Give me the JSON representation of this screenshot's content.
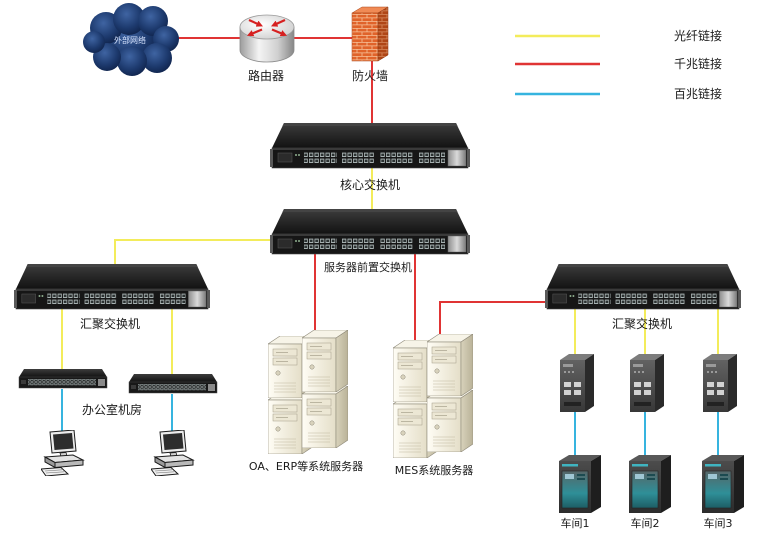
{
  "legend": [
    {
      "label": "光纤链接",
      "color": "#f3ec5b"
    },
    {
      "label": "千兆链接",
      "color": "#e03434"
    },
    {
      "label": "百兆链接",
      "color": "#36b4df"
    }
  ],
  "nodes": {
    "internet": {
      "label": "外部网络",
      "icon": "cloud-icon"
    },
    "router": {
      "label": "路由器",
      "icon": "router-icon"
    },
    "firewall": {
      "label": "防火墙",
      "icon": "firewall-icon"
    },
    "core_switch": {
      "label": "核心交换机",
      "icon": "rack-switch-icon"
    },
    "server_switch": {
      "label": "服务器前置交换机",
      "icon": "rack-switch-icon"
    },
    "agg_left": {
      "label": "汇聚交换机",
      "icon": "rack-switch-icon"
    },
    "agg_right": {
      "label": "汇聚交换机",
      "icon": "rack-switch-icon"
    },
    "office_room": {
      "label": "办公室机房",
      "icon": "access-switch-icon"
    },
    "oa_servers": {
      "label": "OA、ERP等系统服务器",
      "icon": "server-icon"
    },
    "mes_servers": {
      "label": "MES系统服务器",
      "icon": "server-icon"
    },
    "workshops": [
      {
        "label": "车间1",
        "icon": "plc-icon"
      },
      {
        "label": "车间2",
        "icon": "plc-icon"
      },
      {
        "label": "车间3",
        "icon": "plc-icon"
      }
    ]
  }
}
